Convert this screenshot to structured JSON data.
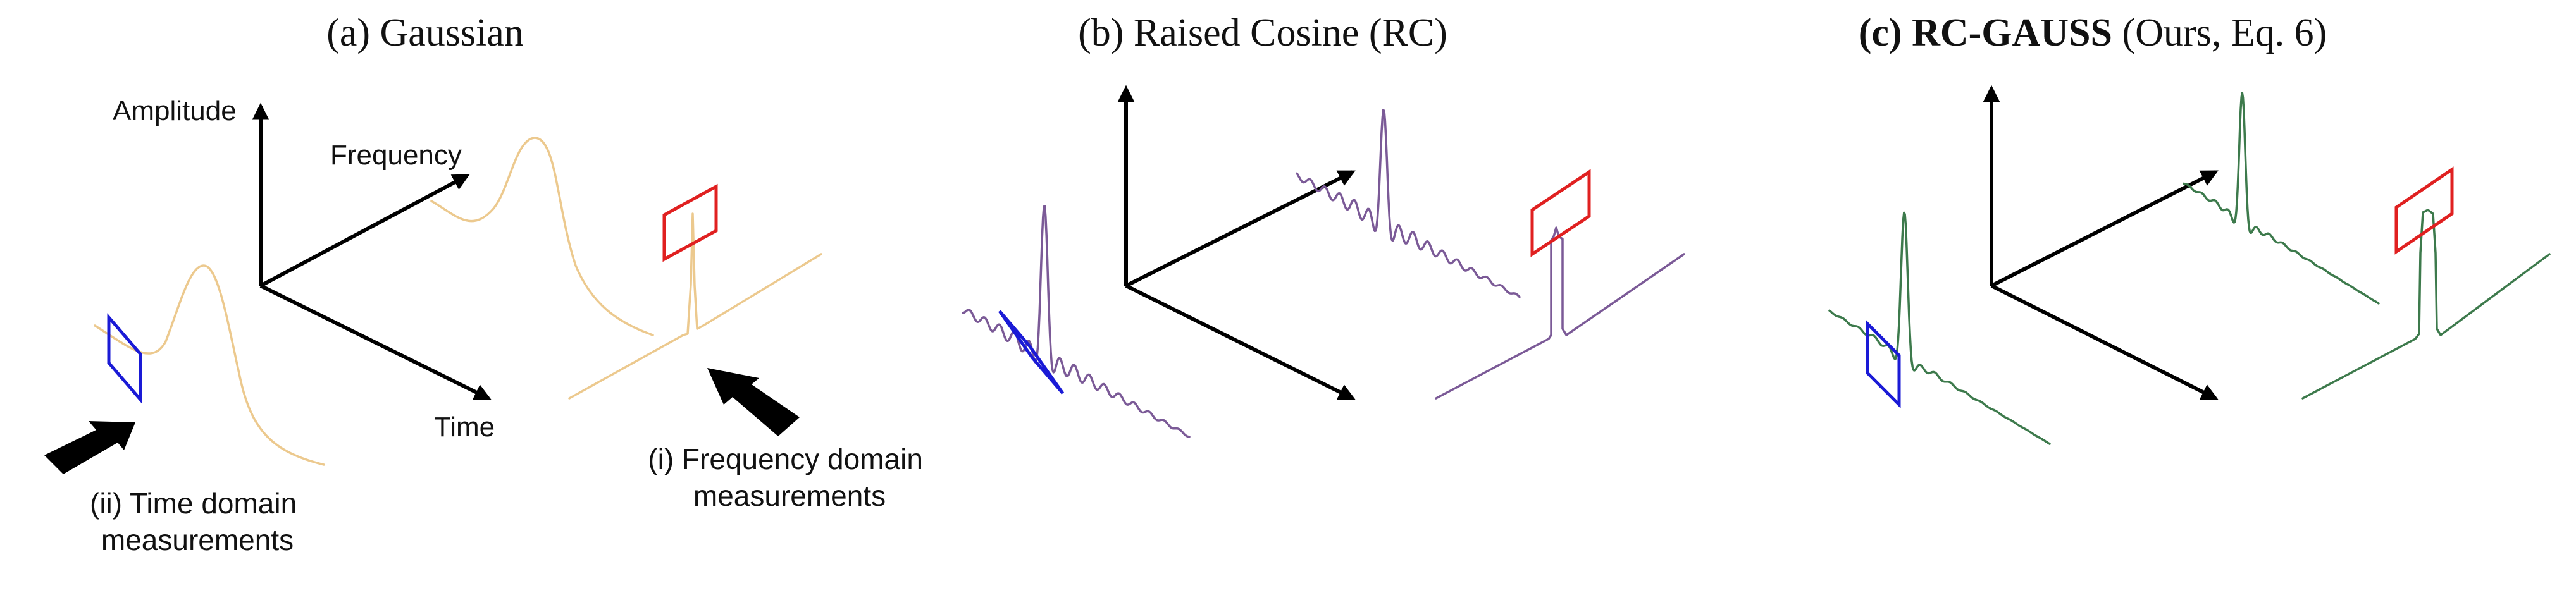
{
  "colors": {
    "gaussian": "#ecc98e",
    "raised_cosine": "#7b5a97",
    "rc_gauss": "#3d7a4c",
    "time_box": "#1a1ad6",
    "freq_box": "#e02020"
  },
  "panels": [
    {
      "letter": "(a)",
      "bold": "",
      "title": "Gaussian"
    },
    {
      "letter": "(b)",
      "bold": "",
      "title": "Raised Cosine (RC)"
    },
    {
      "letter": "(c)",
      "bold": "RC-GAUSS",
      "title": "(Ours, Eq. 6)"
    }
  ],
  "axes": {
    "amplitude": "Amplitude",
    "frequency": "Frequency",
    "time": "Time"
  },
  "annotations": {
    "freq_line1": "(i) Frequency domain",
    "freq_line2": "measurements",
    "time_line1": "(ii) Time domain",
    "time_line2": "measurements"
  },
  "icons": {
    "arrow_time_measurement": "arrow-icon",
    "arrow_freq_measurement": "arrow-icon"
  }
}
